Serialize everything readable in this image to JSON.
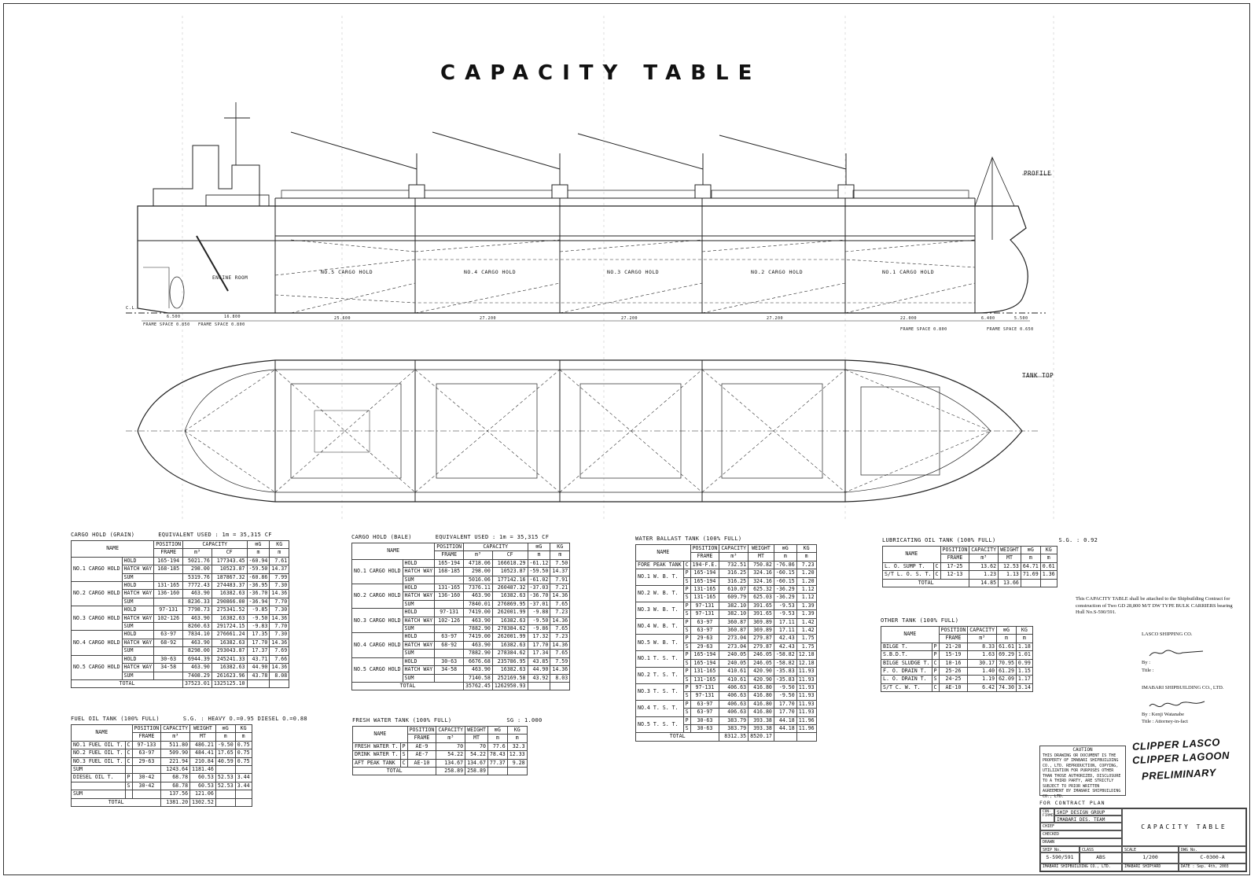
{
  "title": "CAPACITY TABLE",
  "profile_label": "PROFILE",
  "tanktop_label": "TANK TOP",
  "profile": {
    "holds": [
      "NO.5 CARGO HOLD",
      "NO.4 CARGO HOLD",
      "NO.3 CARGO HOLD",
      "NO.2 CARGO HOLD",
      "NO.1 CARGO HOLD"
    ],
    "engine_room": "ENGINE ROOM",
    "frame_space_aft": "FRAME SPACE 0.850",
    "frame_space_mid": "FRAME SPACE 0.800",
    "frame_space_hold": "FRAME SPACE 0.800",
    "frame_space_fore": "FRAME SPACE 0.650",
    "dims": [
      "6.500",
      "16.800",
      "25.600",
      "27.200",
      "27.200",
      "27.200",
      "22.000",
      "6.400",
      "5.500"
    ],
    "cl": "C.L."
  },
  "cargo_grain": {
    "heading": "CARGO HOLD  (GRAIN)",
    "equiv": "EQUIVALENT USED : 1m  = 35,315 CF",
    "hdr": [
      "NAME",
      "POSITION",
      "CAPACITY",
      "KG"
    ],
    "sub": [
      "FRAME",
      "m³",
      "CF",
      "m",
      "m"
    ],
    "vcg": "⊠G",
    "rows": [
      [
        "NO.1 CARGO HOLD",
        "HOLD",
        "165-194",
        "5021.76",
        "177343.45",
        "-60.94",
        "7.61"
      ],
      [
        "",
        "HATCH WAY",
        "168-185",
        "298.00",
        "10523.87",
        "-59.50",
        "14.37"
      ],
      [
        "",
        "SUM",
        "",
        "5319.76",
        "187867.32",
        "-60.86",
        "7.99"
      ],
      [
        "NO.2 CARGO HOLD",
        "HOLD",
        "131-165",
        "7772.43",
        "274483.37",
        "-36.95",
        "7.30"
      ],
      [
        "",
        "HATCH WAY",
        "136-160",
        "463.90",
        "16382.63",
        "-36.70",
        "14.36"
      ],
      [
        "",
        "SUM",
        "",
        "8236.33",
        "290866.00",
        "-36.94",
        "7.70"
      ],
      [
        "NO.3 CARGO HOLD",
        "HOLD",
        "97-131",
        "7798.73",
        "275341.52",
        "-9.85",
        "7.30"
      ],
      [
        "",
        "HATCH WAY",
        "102-126",
        "463.90",
        "16382.63",
        "-9.50",
        "14.36"
      ],
      [
        "",
        "SUM",
        "",
        "8260.63",
        "291724.15",
        "-9.83",
        "7.70"
      ],
      [
        "NO.4 CARGO HOLD",
        "HOLD",
        "63-97",
        "7834.10",
        "276661.24",
        "17.35",
        "7.30"
      ],
      [
        "",
        "HATCH WAY",
        "68-92",
        "463.90",
        "16382.63",
        "17.70",
        "14.36"
      ],
      [
        "",
        "SUM",
        "",
        "8298.00",
        "293043.87",
        "17.37",
        "7.69"
      ],
      [
        "NO.5 CARGO HOLD",
        "HOLD",
        "30-63",
        "6944.39",
        "245241.33",
        "43.71",
        "7.66"
      ],
      [
        "",
        "HATCH WAY",
        "34-58",
        "463.90",
        "16382.63",
        "44.90",
        "14.36"
      ],
      [
        "",
        "SUM",
        "",
        "7408.29",
        "261623.96",
        "43.78",
        "8.08"
      ]
    ],
    "total_label": "TOTAL",
    "total": [
      "37523.01",
      "1325125.10"
    ]
  },
  "cargo_bale": {
    "heading": "CARGO HOLD  (BALE)",
    "equiv": "EQUIVALENT USED : 1m  = 35,315 CF",
    "hdr": [
      "NAME",
      "POSITION",
      "CAPACITY",
      "KG"
    ],
    "sub": [
      "FRAME",
      "m³",
      "CF",
      "m",
      "m"
    ],
    "vcg": "⊠G",
    "rows": [
      [
        "NO.1 CARGO HOLD",
        "HOLD",
        "165-194",
        "4718.06",
        "166618.29",
        "-61.12",
        "7.50"
      ],
      [
        "",
        "HATCH WAY",
        "168-185",
        "298.00",
        "10523.87",
        "-59.50",
        "14.37"
      ],
      [
        "",
        "SUM",
        "",
        "5016.06",
        "177142.16",
        "-61.02",
        "7.91"
      ],
      [
        "NO.2 CARGO HOLD",
        "HOLD",
        "131-165",
        "7376.11",
        "260487.32",
        "-37.03",
        "7.21"
      ],
      [
        "",
        "HATCH WAY",
        "136-160",
        "463.90",
        "16382.63",
        "-36.70",
        "14.36"
      ],
      [
        "",
        "SUM",
        "",
        "7840.01",
        "276869.95",
        "-37.01",
        "7.65"
      ],
      [
        "NO.3 CARGO HOLD",
        "HOLD",
        "97-131",
        "7419.00",
        "262001.99",
        "-9.88",
        "7.23"
      ],
      [
        "",
        "HATCH WAY",
        "102-126",
        "463.90",
        "16382.63",
        "-9.50",
        "14.36"
      ],
      [
        "",
        "SUM",
        "",
        "7882.90",
        "278384.62",
        "-9.86",
        "7.65"
      ],
      [
        "NO.4 CARGO HOLD",
        "HOLD",
        "63-97",
        "7419.00",
        "262001.99",
        "17.32",
        "7.23"
      ],
      [
        "",
        "HATCH WAY",
        "68-92",
        "463.90",
        "16382.63",
        "17.70",
        "14.36"
      ],
      [
        "",
        "SUM",
        "",
        "7882.90",
        "278384.62",
        "17.34",
        "7.65"
      ],
      [
        "NO.5 CARGO HOLD",
        "HOLD",
        "30-63",
        "6676.68",
        "235786.95",
        "43.85",
        "7.59"
      ],
      [
        "",
        "HATCH WAY",
        "34-58",
        "463.90",
        "16382.63",
        "44.90",
        "14.36"
      ],
      [
        "",
        "SUM",
        "",
        "7140.58",
        "252169.58",
        "43.92",
        "8.03"
      ]
    ],
    "total_label": "TOTAL",
    "total": [
      "35762.45",
      "1262950.93"
    ]
  },
  "water_ballast": {
    "heading": "WATER BALLAST TANK  (100% FULL)",
    "hdr": [
      "NAME",
      "POSITION",
      "CAPACITY",
      "WEIGHT",
      "KG"
    ],
    "sub": [
      "FRAME",
      "m³",
      "MT",
      "m",
      "m"
    ],
    "vcg": "⊠G",
    "rows": [
      [
        "FORE PEAK TANK",
        "C",
        "194-F.E.",
        "732.51",
        "750.82",
        "-76.86",
        "7.23"
      ],
      [
        "NO.1 W. B. T.",
        "P",
        "165-194",
        "316.25",
        "324.16",
        "-60.15",
        "1.20"
      ],
      [
        "",
        "S",
        "165-194",
        "316.25",
        "324.16",
        "-60.15",
        "1.20"
      ],
      [
        "NO.2 W. B. T.",
        "P",
        "131-165",
        "610.07",
        "625.32",
        "-36.29",
        "1.12"
      ],
      [
        "",
        "S",
        "131-165",
        "609.79",
        "625.03",
        "-36.29",
        "1.12"
      ],
      [
        "NO.3 W. B. T.",
        "P",
        "97-131",
        "382.10",
        "391.65",
        "-9.53",
        "1.39"
      ],
      [
        "",
        "S",
        "97-131",
        "382.10",
        "391.65",
        "-9.53",
        "1.39"
      ],
      [
        "NO.4 W. B. T.",
        "P",
        "63-97",
        "360.87",
        "369.89",
        "17.11",
        "1.42"
      ],
      [
        "",
        "S",
        "63-97",
        "360.87",
        "369.89",
        "17.11",
        "1.42"
      ],
      [
        "NO.5 W. B. T.",
        "P",
        "29-63",
        "273.04",
        "279.87",
        "42.43",
        "1.75"
      ],
      [
        "",
        "S",
        "29-63",
        "273.04",
        "279.87",
        "42.43",
        "1.75"
      ],
      [
        "NO.1 T. S. T.",
        "P",
        "165-194",
        "240.05",
        "246.05",
        "-58.82",
        "12.18"
      ],
      [
        "",
        "S",
        "165-194",
        "240.05",
        "246.05",
        "-58.82",
        "12.18"
      ],
      [
        "NO.2 T. S. T.",
        "P",
        "131-165",
        "410.61",
        "420.90",
        "-35.83",
        "11.93"
      ],
      [
        "",
        "S",
        "131-165",
        "410.61",
        "420.90",
        "-35.83",
        "11.93"
      ],
      [
        "NO.3 T. S. T.",
        "P",
        "97-131",
        "406.63",
        "416.80",
        "-9.50",
        "11.93"
      ],
      [
        "",
        "S",
        "97-131",
        "406.63",
        "416.80",
        "-9.50",
        "11.93"
      ],
      [
        "NO.4 T. S. T.",
        "P",
        "63-97",
        "406.63",
        "416.80",
        "17.70",
        "11.93"
      ],
      [
        "",
        "S",
        "63-97",
        "406.63",
        "416.80",
        "17.70",
        "11.93"
      ],
      [
        "NO.5 T. S. T.",
        "P",
        "30-63",
        "383.79",
        "393.38",
        "44.18",
        "11.96"
      ],
      [
        "",
        "S",
        "30-63",
        "383.79",
        "393.38",
        "44.18",
        "11.96"
      ]
    ],
    "total_label": "TOTAL",
    "total": [
      "8312.35",
      "8520.17"
    ]
  },
  "lube_oil": {
    "heading": "LUBRICATING OIL TANK  (100% FULL)",
    "sg": "S.G. : 0.92",
    "hdr": [
      "NAME",
      "POSITION",
      "CAPACITY",
      "WEIGHT",
      "KG"
    ],
    "sub": [
      "FRAME",
      "m³",
      "MT",
      "m",
      "m"
    ],
    "vcg": "⊠G",
    "rows": [
      [
        "L. O. SUMP T.",
        "C",
        "17-25",
        "13.62",
        "12.53",
        "64.71",
        "0.61"
      ],
      [
        "S/T L. O. S. T.",
        "C",
        "12-13",
        "1.23",
        "1.13",
        "71.69",
        "1.36"
      ]
    ],
    "total_label": "TOTAL",
    "total": [
      "14.85",
      "13.66"
    ]
  },
  "other_tank": {
    "heading": "OTHER TANK  (100% FULL)",
    "hdr": [
      "NAME",
      "POSITION",
      "CAPACITY",
      "KG"
    ],
    "sub": [
      "FRAME",
      "m³",
      "m",
      "m"
    ],
    "vcg": "⊠G",
    "rows": [
      [
        "BILGE T.",
        "P",
        "21-28",
        "8.33",
        "61.61",
        "1.18"
      ],
      [
        "S.B.D.T.",
        "P",
        "15-19",
        "1.63",
        "69.29",
        "1.01"
      ],
      [
        "BILGE SLUDGE T.",
        "C",
        "10-16",
        "30.17",
        "70.95",
        "0.99"
      ],
      [
        "F. O. DRAIN T.",
        "P",
        "25-26",
        "1.40",
        "61.29",
        "1.15"
      ],
      [
        "L. O. DRAIN T.",
        "S",
        "24-25",
        "1.19",
        "62.09",
        "1.17"
      ],
      [
        "S/T C. W. T.",
        "C",
        "AE-10",
        "6.42",
        "74.30",
        "3.14"
      ]
    ]
  },
  "fuel_oil": {
    "heading": "FUEL OIL TANK  (100% FULL)",
    "sg": "S.G. : HEAVY O.=0.95  DIESEL O.=0.88",
    "hdr": [
      "NAME",
      "POSITION",
      "CAPACITY",
      "WEIGHT",
      "KG"
    ],
    "sub": [
      "FRAME",
      "m³",
      "MT",
      "m",
      "m"
    ],
    "vcg": "⊠G",
    "rows": [
      [
        "NO.1 FUEL OIL T.",
        "C",
        "97-133",
        "511.80",
        "486.21",
        "-9.50",
        "0.75"
      ],
      [
        "NO.2 FUEL OIL T.",
        "C",
        "63-97",
        "509.90",
        "484.41",
        "17.65",
        "0.75"
      ],
      [
        "NO.3 FUEL OIL T.",
        "C",
        "29-63",
        "221.94",
        "210.84",
        "40.59",
        "0.75"
      ],
      [
        "SUM",
        "",
        "",
        "1243.64",
        "1181.46",
        "",
        ""
      ],
      [
        "DIESEL OIL T.",
        "P",
        "30-42",
        "68.78",
        "60.53",
        "52.53",
        "3.44"
      ],
      [
        "",
        "S",
        "30-42",
        "68.78",
        "60.53",
        "52.53",
        "3.44"
      ],
      [
        "SUM",
        "",
        "",
        "137.56",
        "121.06",
        "",
        ""
      ]
    ],
    "total_label": "TOTAL",
    "total": [
      "1381.20",
      "1302.52"
    ]
  },
  "fresh_water": {
    "heading": "FRESH WATER TANK  (100% FULL)",
    "sg": "SG : 1.000",
    "hdr": [
      "NAME",
      "POSITION",
      "CAPACITY",
      "WEIGHT",
      "KG"
    ],
    "sub": [
      "FRAME",
      "m³",
      "MT",
      "m",
      "m"
    ],
    "vcg": "⊠G",
    "rows": [
      [
        "FRESH WATER T.",
        "P",
        "AE-9",
        "70",
        "70",
        "77.6",
        "32.3"
      ],
      [
        "DRINK WATER T.",
        "S",
        "AE-7",
        "54.22",
        "54.22",
        "78.43",
        "12.33"
      ],
      [
        "AFT PEAK TANK",
        "C",
        "AE-10",
        "134.67",
        "134.67",
        "77.37",
        "9.28"
      ]
    ],
    "total_label": "TOTAL",
    "total": [
      "258.89",
      "258.89"
    ]
  },
  "contract_note": "This CAPACITY TABLE shall be attached to the Shipbuilding Contract for construction of Two GD 28,800 M/T DW TYPE BULK CARRIERS bearing Hull No.S-590/591.",
  "buyer": {
    "company": "LASCO SHIPPING CO.",
    "by": "By :",
    "title": "Title :"
  },
  "builder": {
    "company": "IMABARI SHIPBUILDING CO., LTD.",
    "by": "By : Kenji Watanabe",
    "title": "Title : Attorney-in-fact"
  },
  "handwritten": [
    "CLIPPER LASCO",
    "CLIPPER LAGOON",
    "PRELIMINARY"
  ],
  "caution": {
    "heading": "CAUTION",
    "text": "THIS DRAWING OR DOCUMENT IS THE PROPERTY OF IMABARI SHIPBUILDING CO., LTD. REPRODUCTION, COPYING, UTILIZATION FOR PURPOSES OTHER THAN THOSE AUTHORIZED, DISCLOSURE TO A THIRD PARTY, ARE STRICTLY SUBJECT TO PRIOR WRITTEN AGREEMENT BY IMABARI SHIPBUILDING CO., LTD."
  },
  "title_block": {
    "for_contract": "FOR CONTRACT PLAN",
    "confirmed": "CON-FIRMED",
    "group": "SHIP DESIGN GROUP",
    "team": "IMABARI DES. TEAM",
    "checked": "CHECKED",
    "chief": "CHIEF",
    "drawn": "DRAWN",
    "plan_title": "CAPACITY TABLE",
    "ship_no_label": "SHIP No.",
    "ship_no": "S-590/591",
    "class_label": "CLASS",
    "class": "ABS",
    "scale_label": "SCALE",
    "scale": "1/200",
    "dwg_label": "DWG No.",
    "dwg": "C-0300-A",
    "company": "IMABARI SHIPBUILDING CO., LTD.",
    "yard": "IMABARI SHIPYARD",
    "date": "DATE : Sep. 4th, 2003"
  }
}
